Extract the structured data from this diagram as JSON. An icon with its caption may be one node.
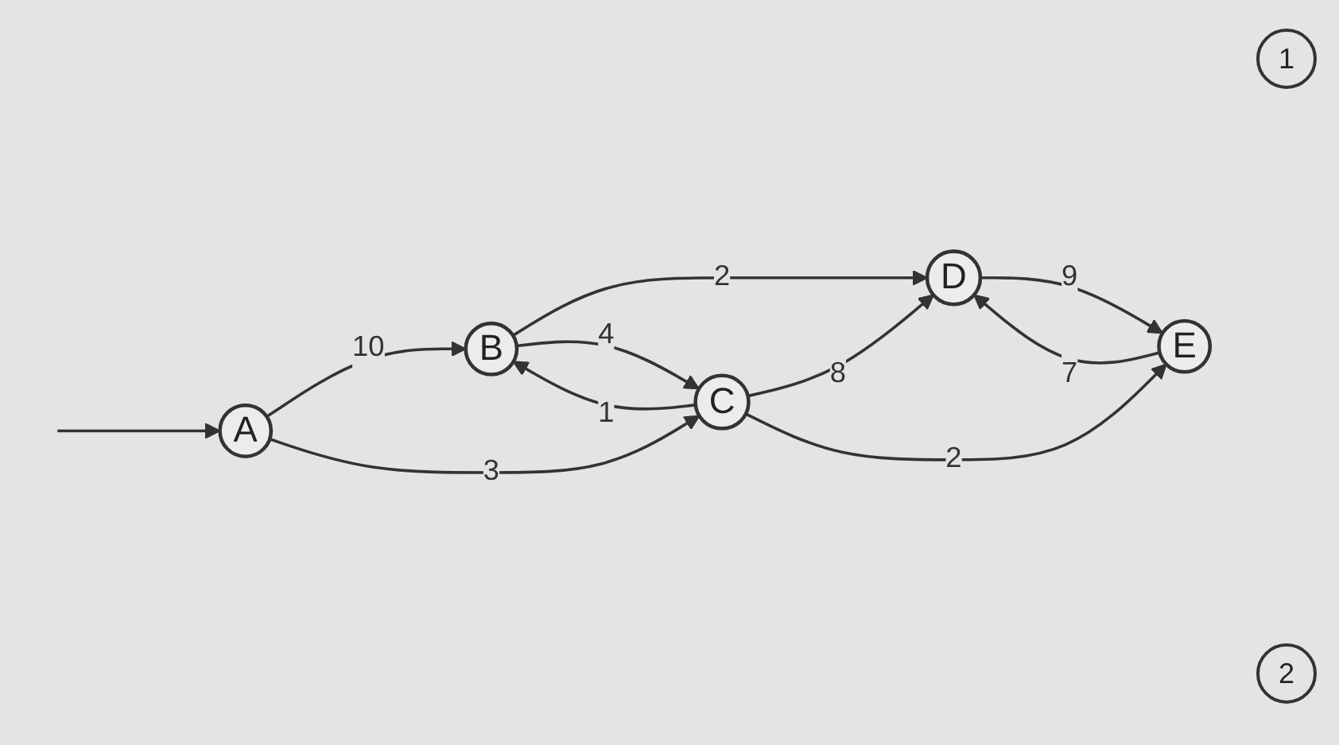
{
  "diagram": {
    "nodes": [
      {
        "text": [
          "A"
        ]
      },
      {
        "text": [
          "B"
        ]
      },
      {
        "text": [
          "C"
        ]
      },
      {
        "text": [
          "D"
        ]
      },
      {
        "text": [
          "E"
        ]
      }
    ],
    "edges": [
      {
        "from": null,
        "to": 0,
        "arrow": "to"
      },
      {
        "from": 0,
        "to": 1,
        "label": "10",
        "arrow": "to"
      },
      {
        "from": 0,
        "to": 2,
        "label": "3",
        "arrow": "to"
      },
      {
        "from": 1,
        "to": 3,
        "label": "2",
        "arrow": "to"
      },
      {
        "from": 1,
        "to": 2,
        "label": "4",
        "arrow": "to"
      },
      {
        "from": 2,
        "to": 1,
        "label": "1",
        "arrow": "to"
      },
      {
        "from": 2,
        "to": 3,
        "label": "8",
        "arrow": "to"
      },
      {
        "from": 2,
        "to": 4,
        "label": "2",
        "arrow": "to"
      },
      {
        "from": 3,
        "to": 4,
        "label": "9",
        "arrow": "to"
      },
      {
        "from": 4,
        "to": 3,
        "label": "7",
        "arrow": "to"
      }
    ],
    "labels": [
      "1",
      "2"
    ]
  }
}
